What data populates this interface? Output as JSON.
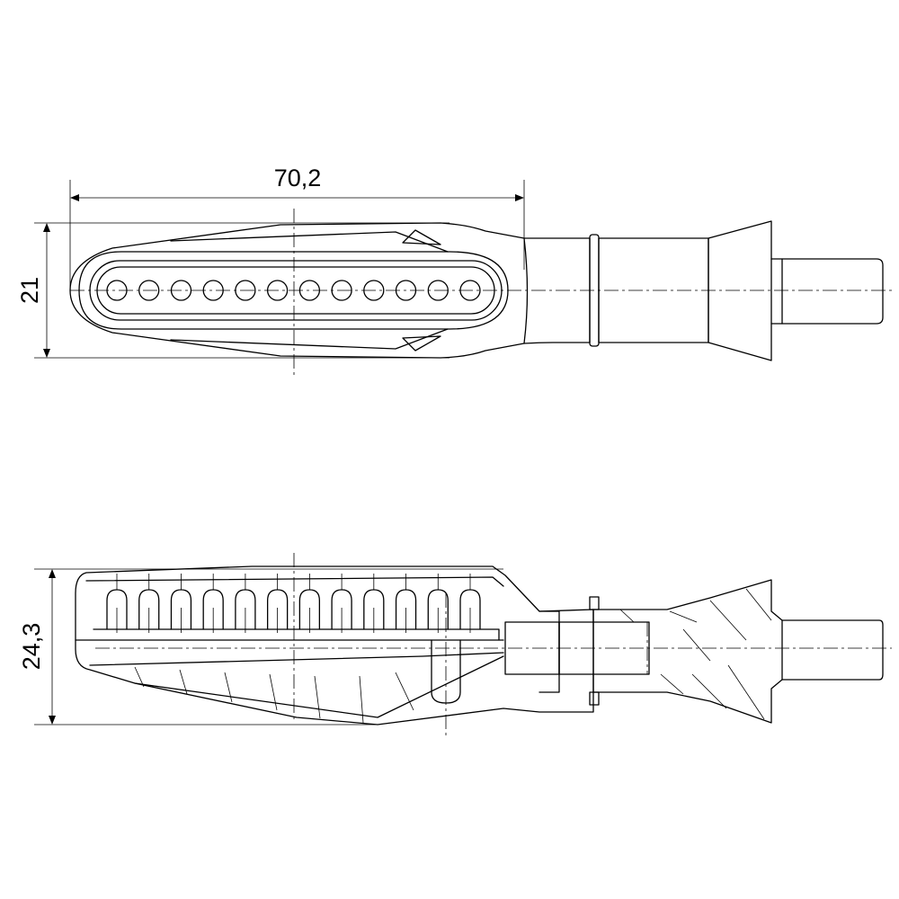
{
  "top_view": {
    "length_label": "70,2",
    "height_label": "21",
    "led_count": 12
  },
  "side_view": {
    "height_label": "24,3",
    "fin_count": 12
  }
}
